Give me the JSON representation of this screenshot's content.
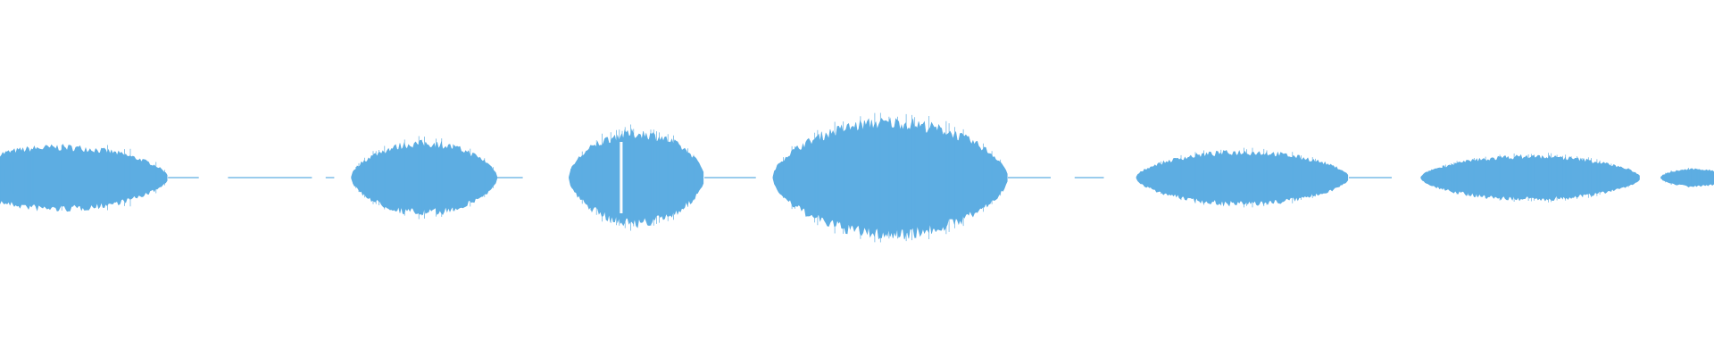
{
  "waveform": {
    "color": "#5dade2",
    "background": "#ffffff",
    "segments": [
      {
        "start": 0.0,
        "end": 0.098,
        "peak": 0.55
      },
      {
        "start": 0.205,
        "end": 0.29,
        "peak": 0.62
      },
      {
        "start": 0.332,
        "end": 0.411,
        "peak": 0.8
      },
      {
        "start": 0.451,
        "end": 0.588,
        "peak": 1.0
      },
      {
        "start": 0.663,
        "end": 0.787,
        "peak": 0.46
      },
      {
        "start": 0.829,
        "end": 0.957,
        "peak": 0.38
      },
      {
        "start": 0.969,
        "end": 1.0,
        "peak": 0.15
      }
    ],
    "silence_lines": [
      {
        "start": 0.098,
        "end": 0.116
      },
      {
        "start": 0.133,
        "end": 0.182
      },
      {
        "start": 0.19,
        "end": 0.195
      },
      {
        "start": 0.29,
        "end": 0.305
      },
      {
        "start": 0.411,
        "end": 0.441
      },
      {
        "start": 0.588,
        "end": 0.613
      },
      {
        "start": 0.627,
        "end": 0.644
      },
      {
        "start": 0.787,
        "end": 0.812
      }
    ]
  }
}
